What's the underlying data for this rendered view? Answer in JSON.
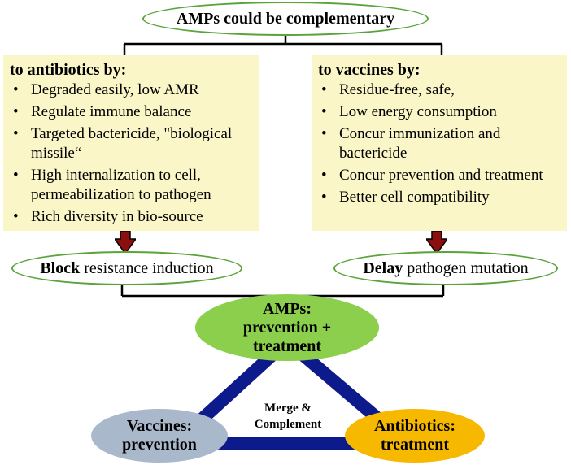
{
  "top_title": "AMPs could be complementary",
  "left_panel": {
    "title": "to antibiotics by:",
    "items": [
      "Degraded easily, low AMR",
      "Regulate immune balance",
      "Targeted bactericide, \"biological missile“",
      "High internalization to cell, permeabilization to pathogen",
      "Rich diversity in bio-source"
    ]
  },
  "right_panel": {
    "title": "to vaccines by:",
    "items": [
      "Residue-free, safe,",
      "Low energy consumption",
      "Concur immunization and bactericide",
      "Concur prevention and treatment",
      "Better cell compatibility"
    ]
  },
  "left_outcome": {
    "bold": "Block",
    "rest": " resistance induction"
  },
  "right_outcome": {
    "bold": "Delay",
    "rest": " pathogen mutation"
  },
  "triangle": {
    "top": "AMPs: prevention + treatment",
    "left": "Vaccines: prevention",
    "right": "Antibiotics: treatment",
    "center": "Merge & Complement"
  },
  "colors": {
    "pill_border": "#5aa33a",
    "panel_bg": "#fbf6c8",
    "arrow": "#8b0f0f",
    "triangle": "#0d1a8c",
    "amps_fill": "#8ccf4d",
    "vaccines_fill": "#aab8cc",
    "antibiotics_fill": "#f7b800"
  }
}
